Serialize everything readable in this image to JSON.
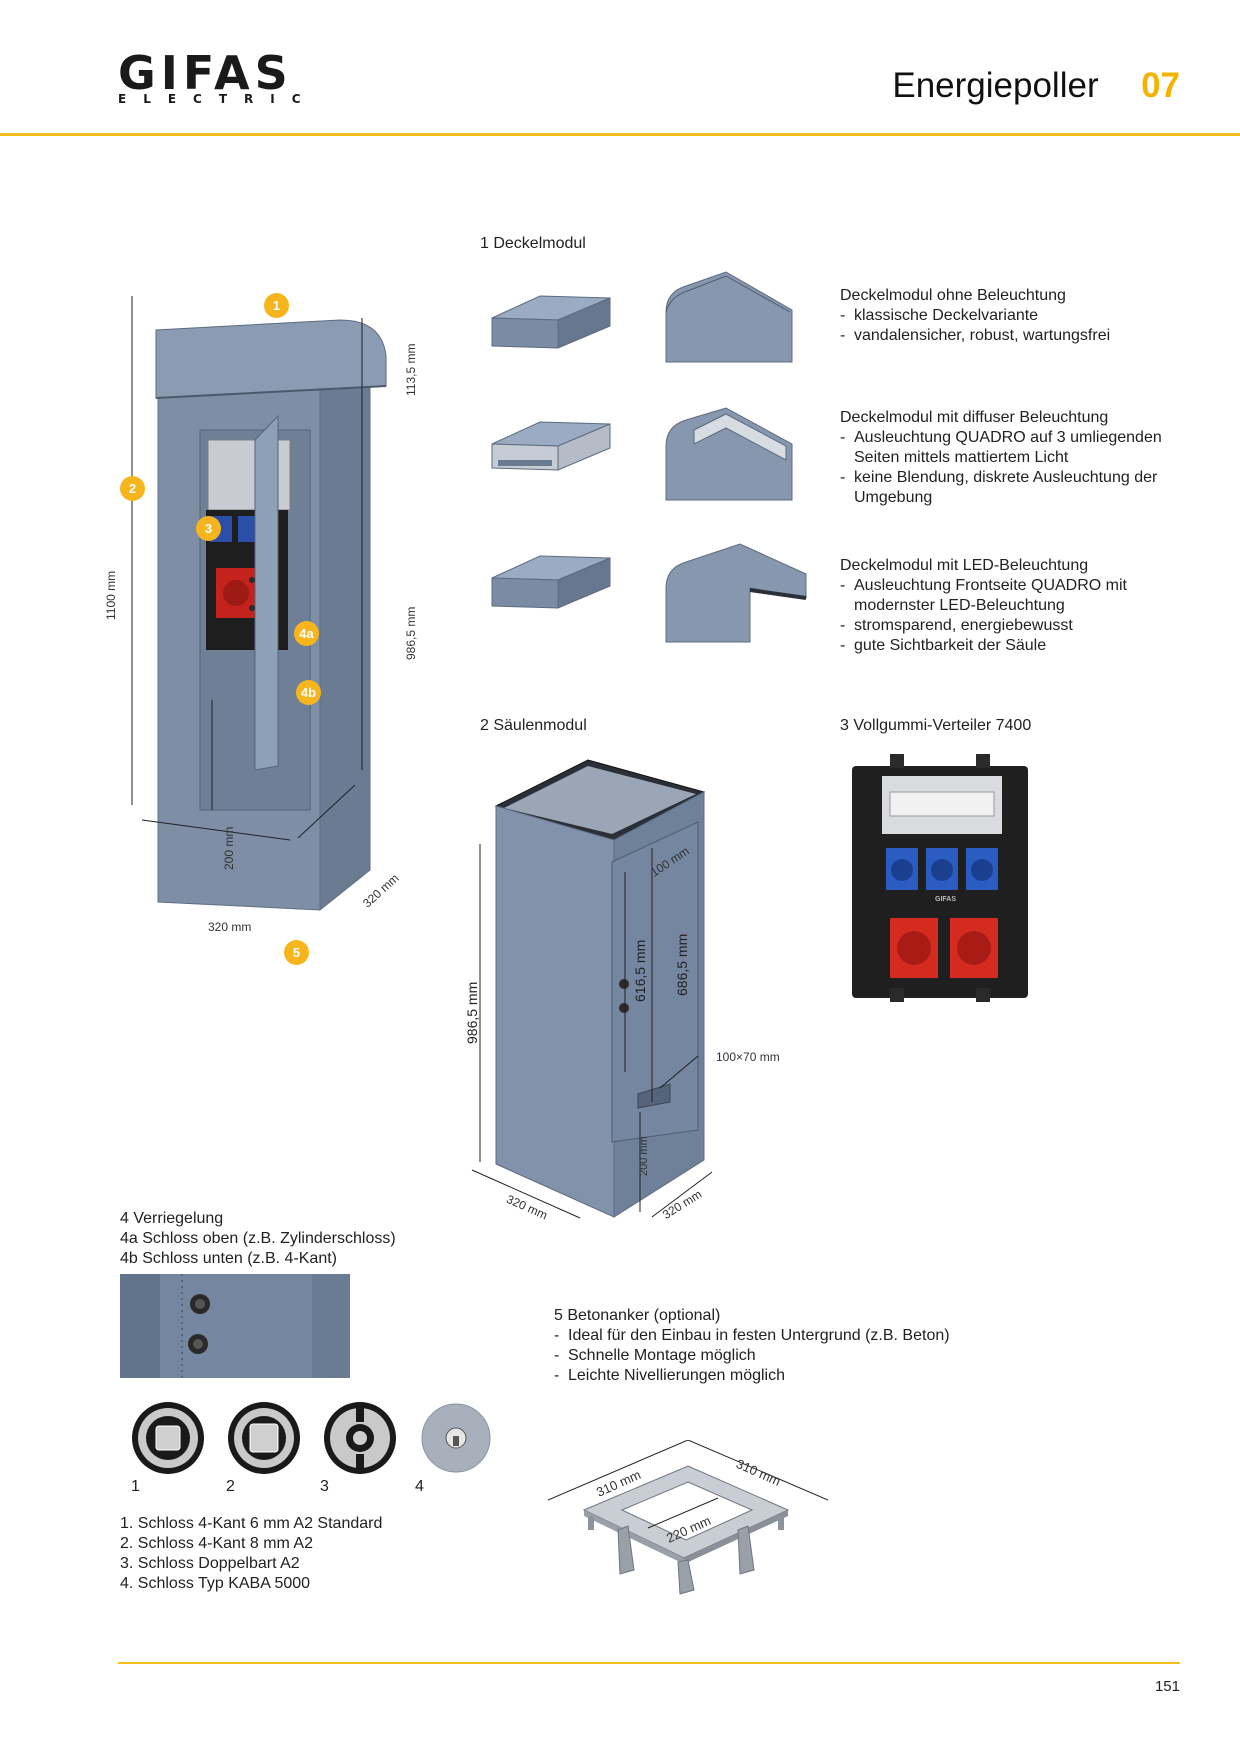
{
  "header": {
    "logo_main": "GIFAS",
    "logo_sub": "ELECTRIC",
    "title": "Energiepoller",
    "chapter": "07",
    "accent_color": "#f6be1a"
  },
  "poller": {
    "badges": [
      "1",
      "2",
      "3",
      "4a",
      "4b",
      "5"
    ],
    "dim_height": "1100 mm",
    "dim_top": "113,5 mm",
    "dim_body": "986,5 mm",
    "dim_door_bottom": "200 mm",
    "dim_width": "320 mm",
    "dim_depth": "320 mm"
  },
  "deckel": {
    "heading": "1 Deckelmodul",
    "variants": [
      {
        "title": "Deckelmodul ohne Beleuchtung",
        "items": [
          "klassische Deckelvariante",
          "vandalensicher, robust, wartungsfrei"
        ]
      },
      {
        "title": "Deckelmodul mit diffuser Beleuchtung",
        "items": [
          "Ausleuchtung QUADRO auf 3 umliegenden Seiten mittels mattiertem Licht",
          "keine Blendung, diskrete Ausleuchtung der Umgebung"
        ]
      },
      {
        "title": "Deckelmodul mit LED-Beleuchtung",
        "items": [
          "Ausleuchtung Frontseite QUADRO mit modernster LED-Beleuchtung",
          "stromsparend, energiebewusst",
          "gute Sichtbarkeit der Säule"
        ]
      }
    ]
  },
  "saeule": {
    "heading": "2 Säulenmodul",
    "dim_100": "100 mm",
    "dim_616": "616,5 mm",
    "dim_686": "686,5 mm",
    "dim_986": "986,5 mm",
    "dim_opening": "100×70 mm",
    "dim_200": "200 mm",
    "dim_w": "320 mm",
    "dim_d": "320 mm"
  },
  "verteiler": {
    "heading": "3 Vollgummi-Verteiler 7400",
    "brand": "GIFAS"
  },
  "verriegelung": {
    "lines": [
      "4 Verriegelung",
      "4a Schloss oben (z.B. Zylinderschloss)",
      "4b Schloss unten (z.B. 4-Kant)"
    ],
    "lock_numbers": [
      "1",
      "2",
      "3",
      "4"
    ],
    "list": [
      "1.  Schloss 4-Kant 6 mm A2 Standard",
      "2.  Schloss 4-Kant 8 mm A2",
      "3.  Schloss Doppelbart A2",
      "4.  Schloss Typ KABA 5000"
    ]
  },
  "betonanker": {
    "heading": "5 Betonanker (optional)",
    "items": [
      "Ideal für den Einbau in festen Untergrund (z.B. Beton)",
      "Schnelle Montage möglich",
      "Leichte Nivellierungen möglich"
    ],
    "dim_left": "310 mm",
    "dim_right": "310 mm",
    "dim_inner": "220 mm"
  },
  "footer": {
    "page": "151"
  }
}
